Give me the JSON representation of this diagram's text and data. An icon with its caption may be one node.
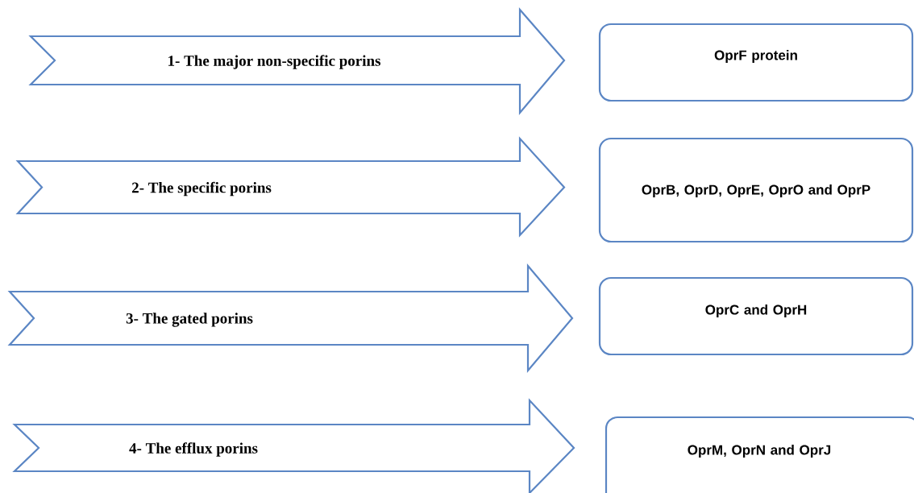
{
  "diagram": {
    "nodes": [
      {
        "text": [
          "1- The major non-specific porins"
        ]
      },
      {
        "text": [
          "OprF protein"
        ]
      },
      {
        "text": [
          "2- The specific porins"
        ]
      },
      {
        "text": [
          "OprB, OprD, OprE, OprO and OprP"
        ]
      },
      {
        "text": [
          "3- The gated porins"
        ]
      },
      {
        "text": [
          "OprC and OprH"
        ]
      },
      {
        "text": [
          "4- The efflux porins"
        ]
      },
      {
        "text": [
          "OprM, OprN and OprJ"
        ]
      }
    ]
  }
}
